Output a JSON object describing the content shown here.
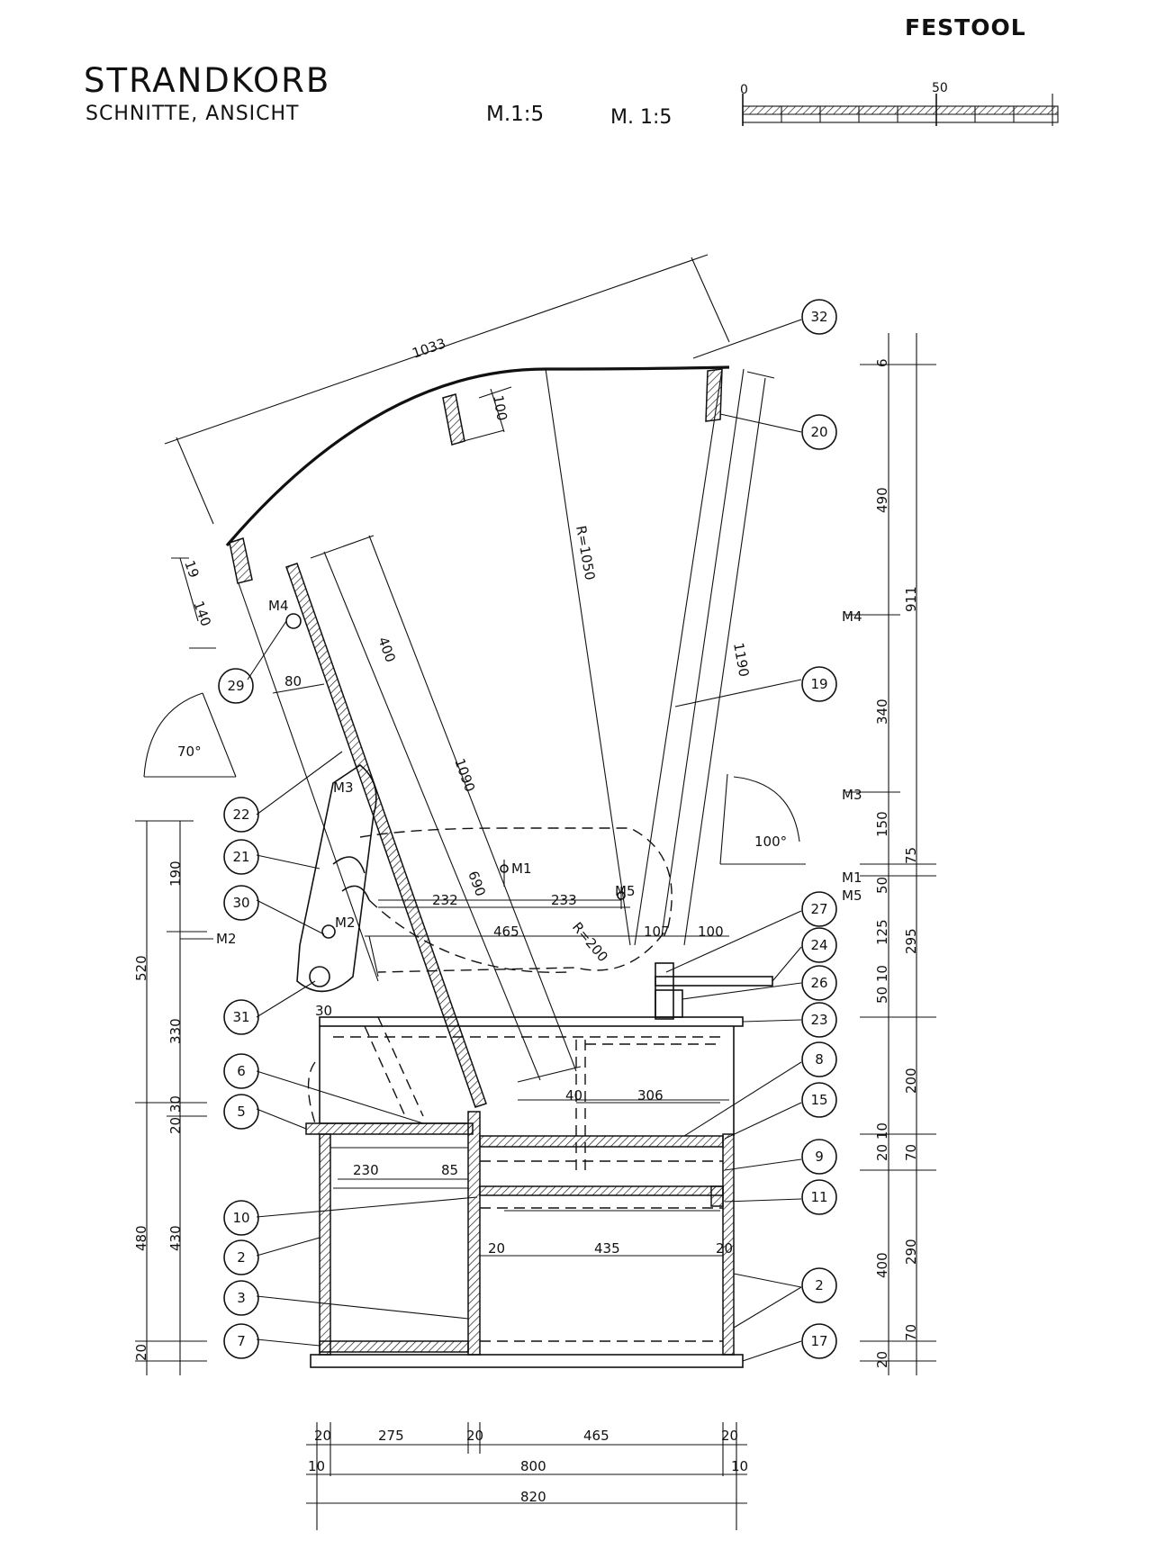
{
  "header": {
    "brand": "FESTOOL",
    "title": "STRANDKORB",
    "subtitle": "SCHNITTE, ANSICHT",
    "scale_primary": "M.1:5",
    "scale_secondary": "M. 1:5",
    "scalebar_start": "0",
    "scalebar_mid": "50"
  },
  "dimensions": {
    "arc_length": "1033",
    "roof_depth": "100",
    "radius_roof": "R=1050",
    "back_rail": "1190",
    "rail_400": "400",
    "rail_1090": "1090",
    "rail_690": "690",
    "offset_19": "19",
    "offset_140": "140",
    "offset_80": "80",
    "angle_back": "70°",
    "angle_front": "100°",
    "w_232": "232",
    "w_233": "233",
    "w_465": "465",
    "radius_200": "R=200",
    "w_107": "107",
    "w_100": "100",
    "w_306": "306",
    "w_40": "40",
    "w_30": "30",
    "w_230": "230",
    "w_85": "85",
    "w_20a": "20",
    "w_435": "435",
    "w_20b": "20",
    "left_190": "190",
    "left_330": "330",
    "left_520": "520",
    "left_20_30": "20 30",
    "left_480": "480",
    "left_430": "430",
    "left_20": "20",
    "right_6": "6",
    "right_490": "490",
    "right_911": "911",
    "right_340": "340",
    "right_150": "150",
    "right_75": "75",
    "right_50": "50",
    "right_125": "125",
    "right_295": "295",
    "right_50_10": "50 10",
    "right_200": "200",
    "right_20_10": "20 10",
    "right_70": "70",
    "right_400": "400",
    "right_290": "290",
    "right_70b": "70",
    "right_20": "20",
    "bottom_20a": "20",
    "bottom_275": "275",
    "bottom_20b": "20",
    "bottom_465": "465",
    "bottom_20c": "20",
    "bottom_10a": "10",
    "bottom_800": "800",
    "bottom_10b": "10",
    "bottom_820": "820"
  },
  "markers": {
    "m1": "M1",
    "m2": "M2",
    "m3": "M3",
    "m4": "M4",
    "m5": "M5"
  },
  "callouts": [
    "32",
    "20",
    "19",
    "29",
    "22",
    "21",
    "30",
    "31",
    "6",
    "5",
    "10",
    "2",
    "3",
    "7",
    "27",
    "24",
    "26",
    "23",
    "8",
    "15",
    "9",
    "11",
    "2",
    "17"
  ]
}
